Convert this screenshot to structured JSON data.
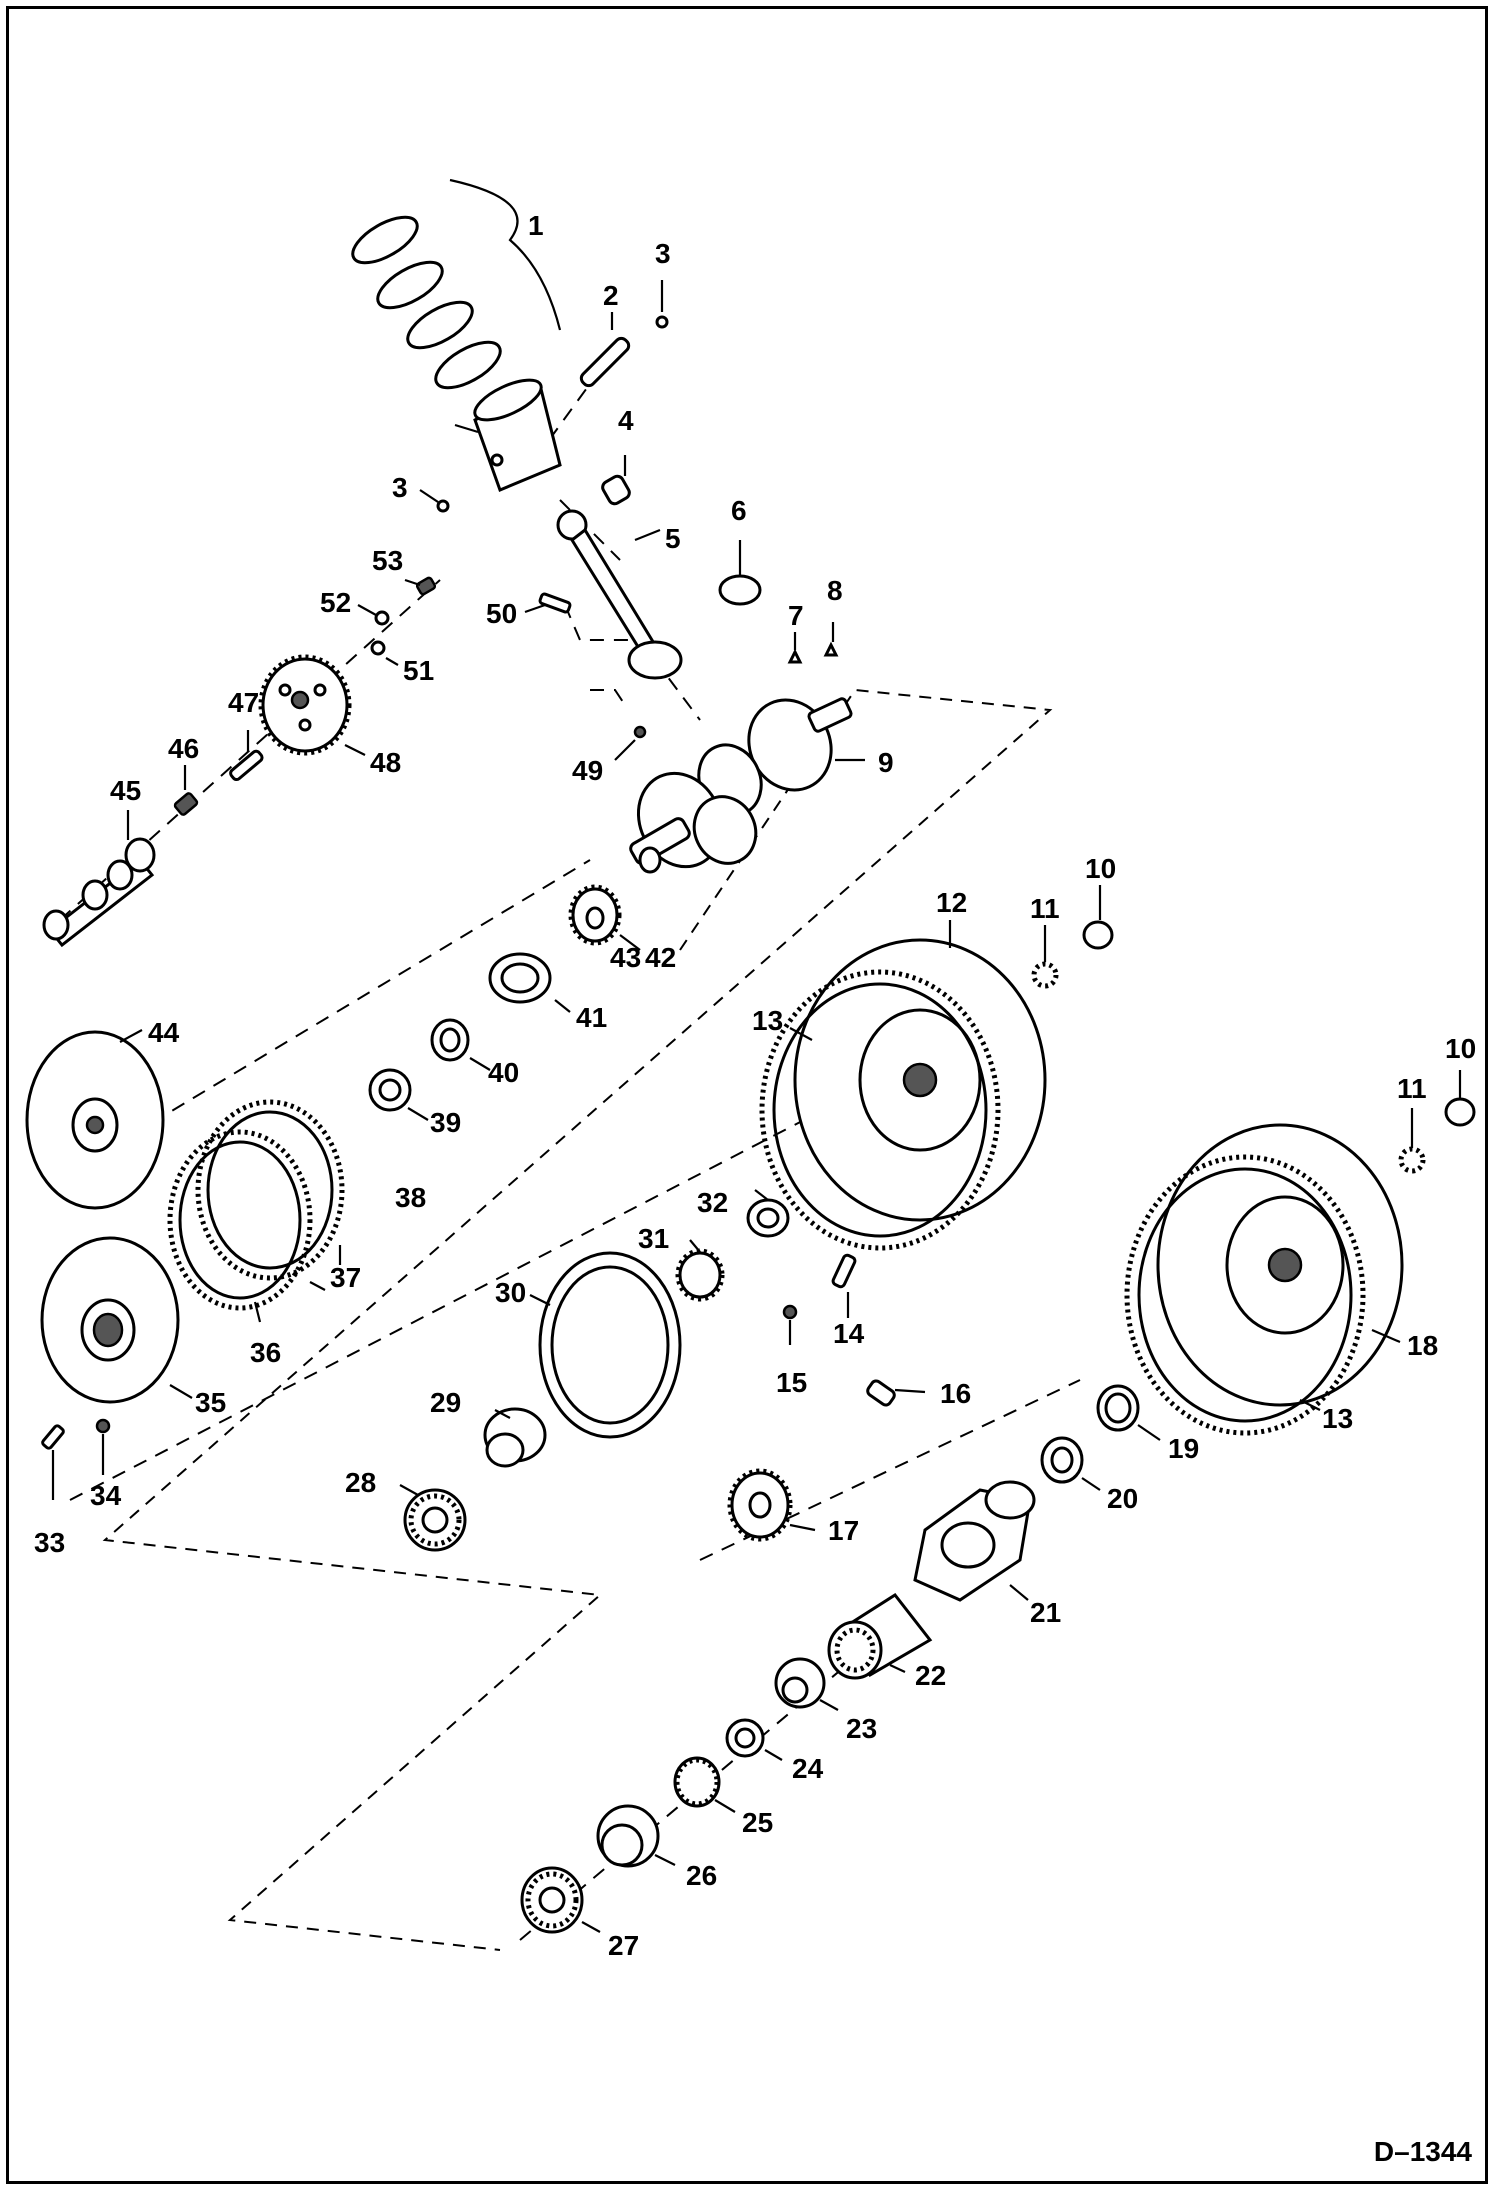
{
  "drawing_number": "D–1344",
  "callouts": [
    "1",
    "2",
    "3",
    "3",
    "4",
    "5",
    "6",
    "7",
    "8",
    "9",
    "10",
    "10",
    "11",
    "11",
    "12",
    "13",
    "13",
    "14",
    "15",
    "16",
    "17",
    "18",
    "19",
    "20",
    "21",
    "22",
    "23",
    "24",
    "25",
    "26",
    "27",
    "28",
    "29",
    "30",
    "31",
    "32",
    "33",
    "34",
    "35",
    "36",
    "37",
    "38",
    "39",
    "40",
    "41",
    "42",
    "43",
    "44",
    "45",
    "46",
    "47",
    "48",
    "49",
    "50",
    "51",
    "52",
    "53"
  ]
}
